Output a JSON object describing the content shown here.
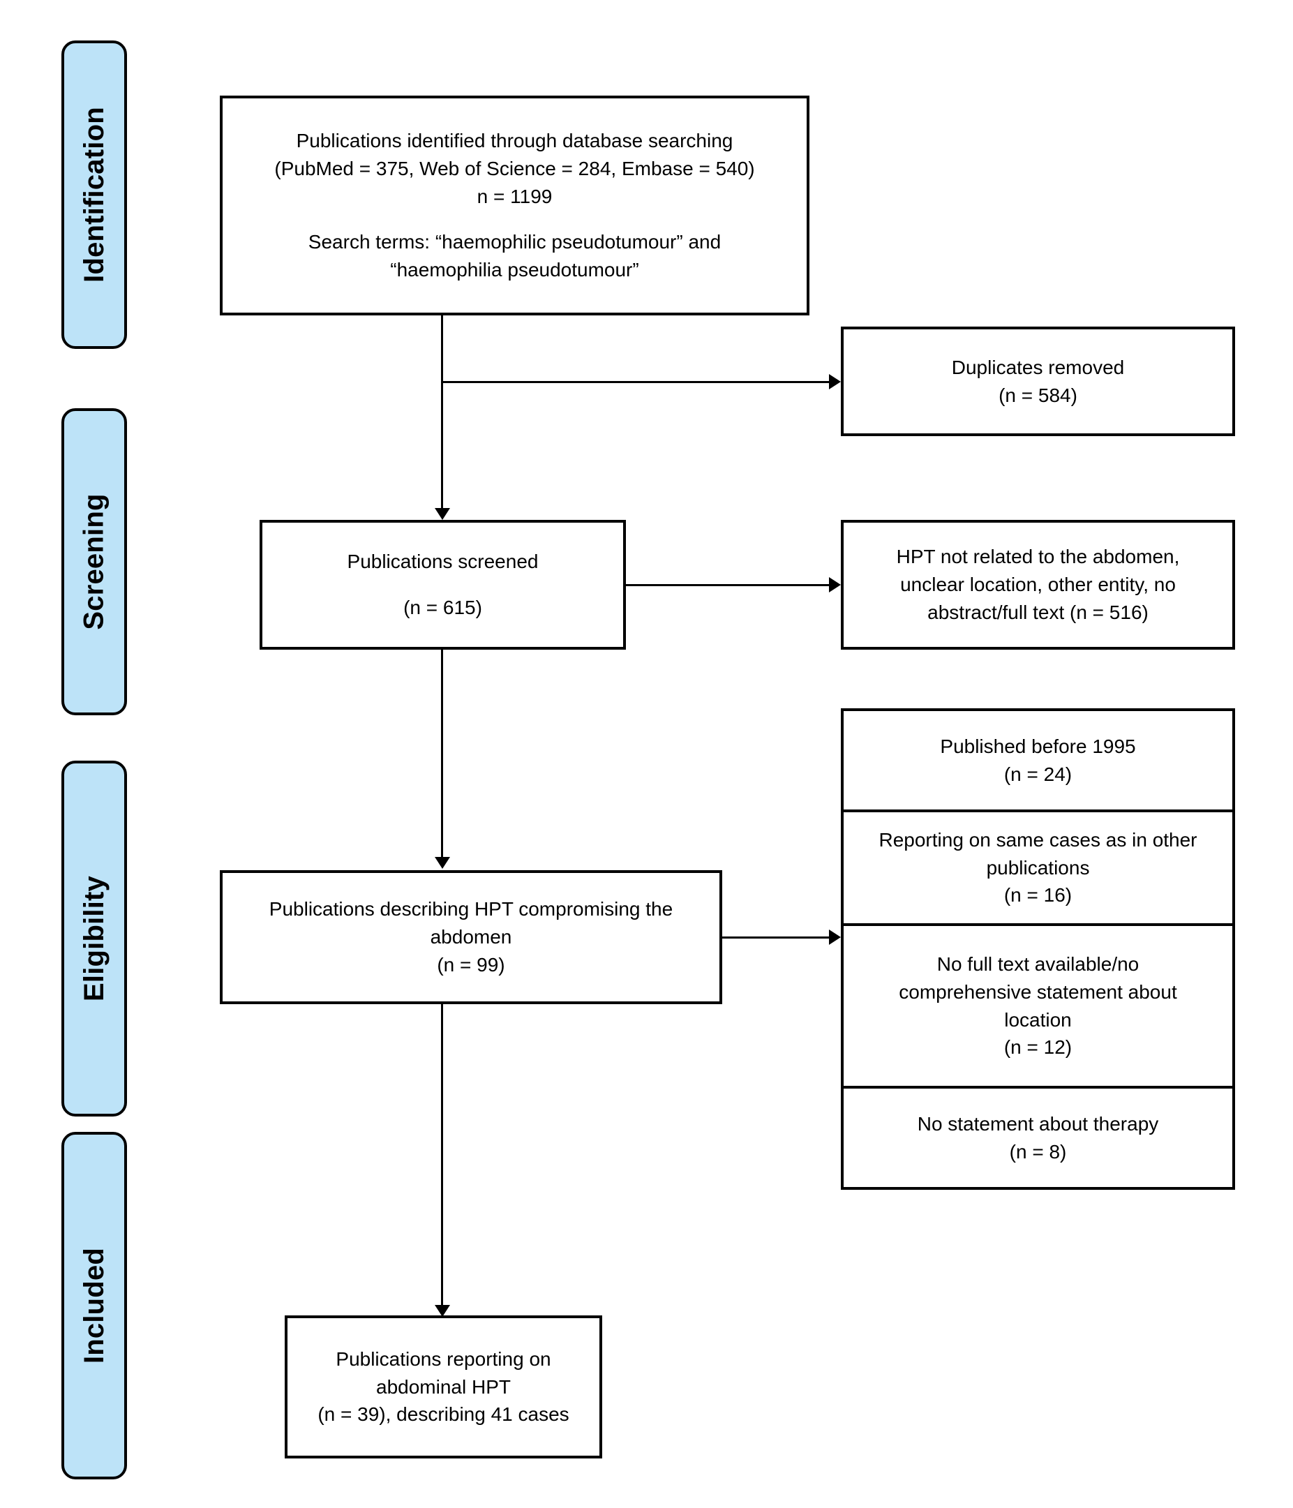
{
  "diagram": {
    "title": "PRISMA flow diagram",
    "accent_blue": "#bde3f8",
    "line_color": "#000000",
    "background": "#ffffff"
  },
  "phases": [
    {
      "id": "identification",
      "label": "Identification"
    },
    {
      "id": "screening",
      "label": "Screening"
    },
    {
      "id": "eligibility",
      "label": "Eligibility"
    },
    {
      "id": "included",
      "label": "Included"
    }
  ],
  "boxes": {
    "identified": {
      "line1": "Publications identified through database searching",
      "line2": "(PubMed = 375, Web of Science = 284, Embase = 540)",
      "line3": "n = 1199",
      "line4": "Search terms: “haemophilic pseudotumour” and",
      "line5": "“haemophilia pseudotumour”"
    },
    "duplicates_removed": {
      "line1": "Duplicates removed",
      "line2": "(n = 584)"
    },
    "screened": {
      "line1": "Publications screened",
      "line2": "(n = 615)"
    },
    "screening_excluded": {
      "line1": "HPT not related to the abdomen,",
      "line2": "unclear location, other entity, no",
      "line3": "abstract/full text (n = 516)"
    },
    "eligible": {
      "line1": "Publications describing HPT compromising the",
      "line2": "abdomen",
      "line3": "(n = 99)"
    },
    "included": {
      "line1": "Publications reporting on",
      "line2": "abdominal HPT",
      "line3": "(n = 39), describing 41 cases"
    }
  },
  "eligibility_exclusions": [
    {
      "id": "published-before-1995",
      "line1": "Published before 1995",
      "line2": "(n = 24)",
      "line3": "",
      "line4": ""
    },
    {
      "id": "same-cases-other-publications",
      "line1": "Reporting on same cases as in other",
      "line2": "publications",
      "line3": "(n = 16)",
      "line4": ""
    },
    {
      "id": "no-full-text-or-location",
      "line1": "No full text available/no",
      "line2": "comprehensive statement about",
      "line3": "location",
      "line4": "(n = 12)"
    },
    {
      "id": "no-statement-about-therapy",
      "line1": "No statement about therapy",
      "line2": "(n = 8)",
      "line3": "",
      "line4": ""
    }
  ],
  "counts": {
    "pubmed": 375,
    "web_of_science": 284,
    "embase": 540,
    "total_identified": 1199,
    "duplicates_removed": 584,
    "screened": 615,
    "screening_excluded": 516,
    "eligible": 99,
    "excluded_before_1995": 24,
    "excluded_same_cases": 16,
    "excluded_no_full_text": 12,
    "excluded_no_therapy": 8,
    "included_publications": 39,
    "included_cases": 41
  }
}
